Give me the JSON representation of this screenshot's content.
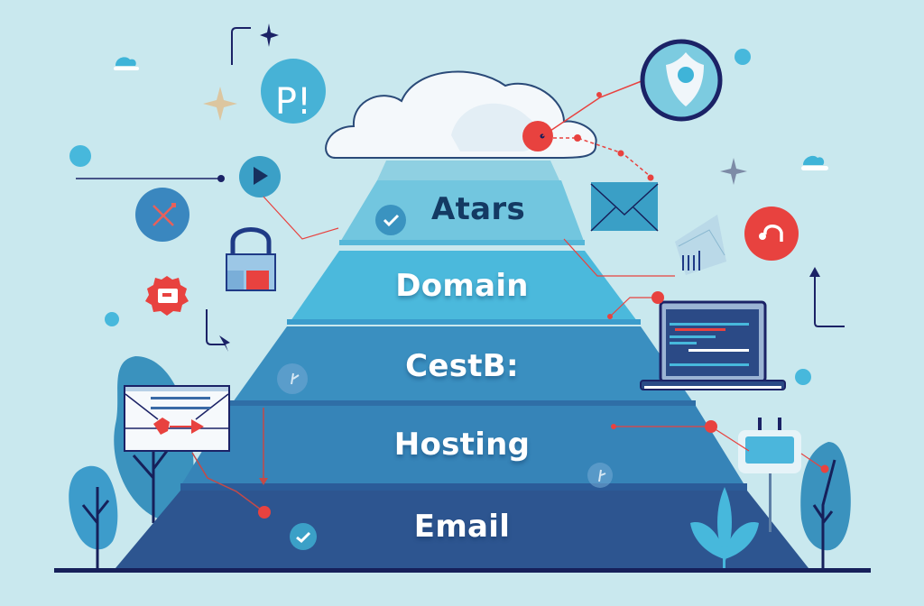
{
  "diagram": {
    "type": "pyramid",
    "tiers": [
      {
        "label": "Atars",
        "order": 1
      },
      {
        "label": "Domain",
        "order": 2
      },
      {
        "label": "CestB:",
        "order": 3
      },
      {
        "label": "Hosting",
        "order": 4
      },
      {
        "label": "Email",
        "order": 5
      }
    ],
    "badge_label": "P!"
  },
  "icons": [
    "cloud-icon",
    "shield-location-icon",
    "play-icon",
    "tools-icon",
    "padlock-icon",
    "calendar-badge-icon",
    "envelope-icon",
    "document-envelope-icon",
    "support-badge-icon",
    "laptop-icon",
    "mail-card-icon",
    "signpost-icon",
    "tree-icon",
    "plant-icon",
    "sparkle-icon",
    "check-icon",
    "arrow-up-icon",
    "cursor-icon"
  ],
  "colors": {
    "background": "#c9e8ee",
    "tier_top": "#72c6df",
    "tier_2": "#4bb9dc",
    "tier_3": "#3a8fc0",
    "tier_4": "#3684b8",
    "tier_5": "#2d5590",
    "accent_red": "#e8423f",
    "navy": "#16205a"
  }
}
